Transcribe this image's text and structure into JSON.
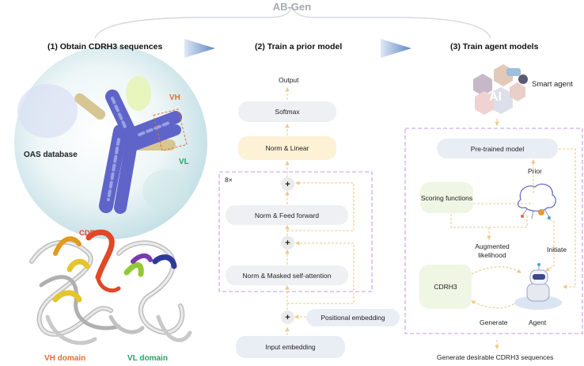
{
  "title": "AB-Gen",
  "sections": {
    "s1": "(1) Obtain CDRH3 sequences",
    "s2": "(2) Train a prior model",
    "s3": "(3) Train agent models"
  },
  "panel1": {
    "database": "OAS database",
    "vh": "VH",
    "vl": "VL",
    "cdrh3": "CDRH3",
    "vh_domain": "VH domain",
    "vl_domain": "VL domain"
  },
  "panel2": {
    "output": "Output",
    "softmax": "Softmax",
    "norm_linear": "Norm & Linear",
    "repeat": "8×",
    "plus": "+",
    "feed_forward": "Norm & Feed forward",
    "self_attention": "Norm & Masked self-attention",
    "positional": "Positional embedding",
    "input": "Input embedding"
  },
  "panel3": {
    "ai_text": "AI",
    "smart_agent": "Smart agent",
    "pretrained": "Pre-trained model",
    "prior": "Prior",
    "scoring": "Scoring functions",
    "augmented": "Augmented likelihood",
    "initiate": "Initiate",
    "cdrh3": "CDRH3",
    "generate": "Generate",
    "agent": "Agent",
    "bottom": "Generate desirable CDRH3 sequences"
  },
  "colors": {
    "title": "#a7a9ad",
    "vh": "#e36d2c",
    "vl": "#23a566",
    "cdrh3": "#e04826",
    "dashed_box": "#c79be8",
    "arrow": "#f2c98a",
    "antibody": "#5f64c8"
  }
}
